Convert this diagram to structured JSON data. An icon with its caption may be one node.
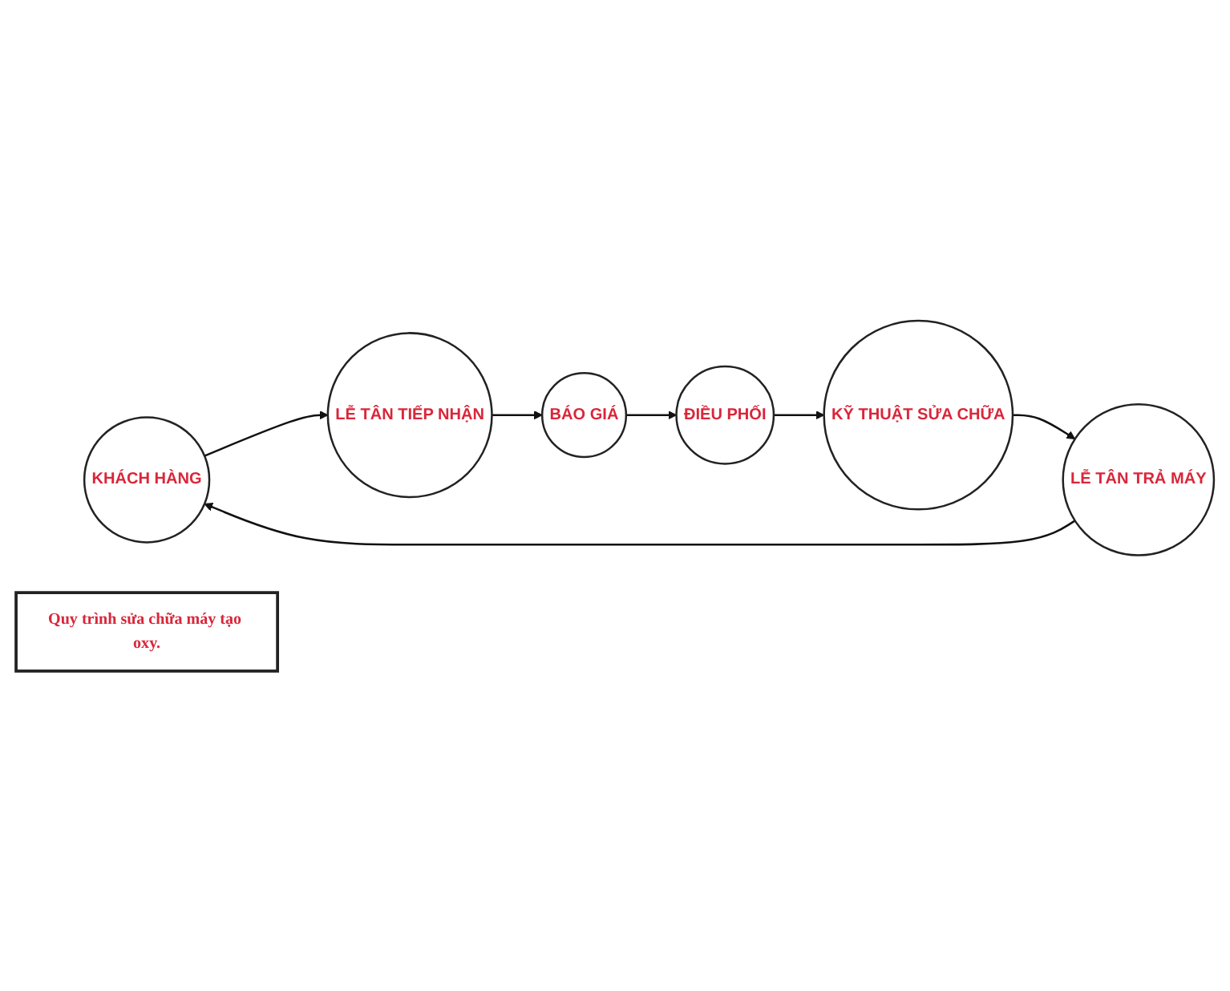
{
  "diagram": {
    "nodes": [
      {
        "text": [
          "KHÁCH HÀNG"
        ]
      },
      {
        "text": [
          "LỄ TÂN TIẾP NHẬN"
        ]
      },
      {
        "text": [
          "BÁO GIÁ"
        ]
      },
      {
        "text": [
          "ĐIỀU PHỐI"
        ]
      },
      {
        "text": [
          "KỸ THUẬT SỬA CHỮA"
        ]
      },
      {
        "text": [
          "LỄ TÂN TRẢ MÁY"
        ]
      },
      {
        "text": [
          "Quy trình sửa chữa máy tạo oxy."
        ]
      }
    ],
    "edges": [
      {
        "from": 0,
        "to": 1,
        "arrow": "to"
      },
      {
        "from": 1,
        "to": 2,
        "arrow": "to"
      },
      {
        "from": 2,
        "to": 3,
        "arrow": "to"
      },
      {
        "from": 3,
        "to": 4,
        "arrow": "to"
      },
      {
        "from": 4,
        "to": 5,
        "arrow": "to"
      },
      {
        "from": 5,
        "to": 0,
        "arrow": "to"
      }
    ]
  }
}
